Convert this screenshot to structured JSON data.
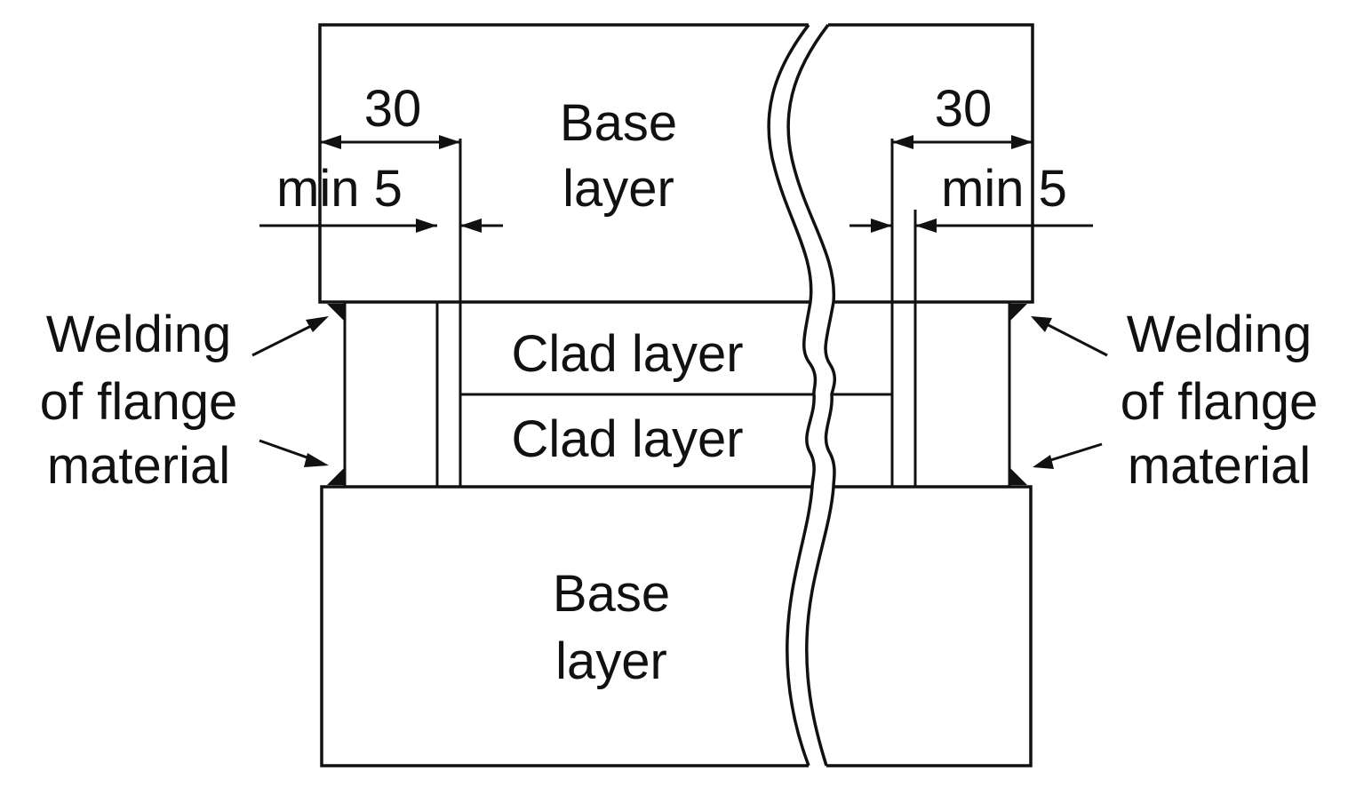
{
  "labels": {
    "top_base": [
      "Base",
      "layer"
    ],
    "bottom_base": [
      "Base",
      "layer"
    ],
    "clad_upper": "Clad layer",
    "clad_lower": "Clad layer",
    "welding_left": [
      "Welding",
      "of flange",
      "material"
    ],
    "welding_right": [
      "Welding",
      "of flange",
      "material"
    ],
    "dim_30_left": "30",
    "dim_30_right": "30",
    "dim_min5_left": "min 5",
    "dim_min5_right": "min 5"
  },
  "colors": {
    "ink": "#111111",
    "background": "#ffffff"
  }
}
